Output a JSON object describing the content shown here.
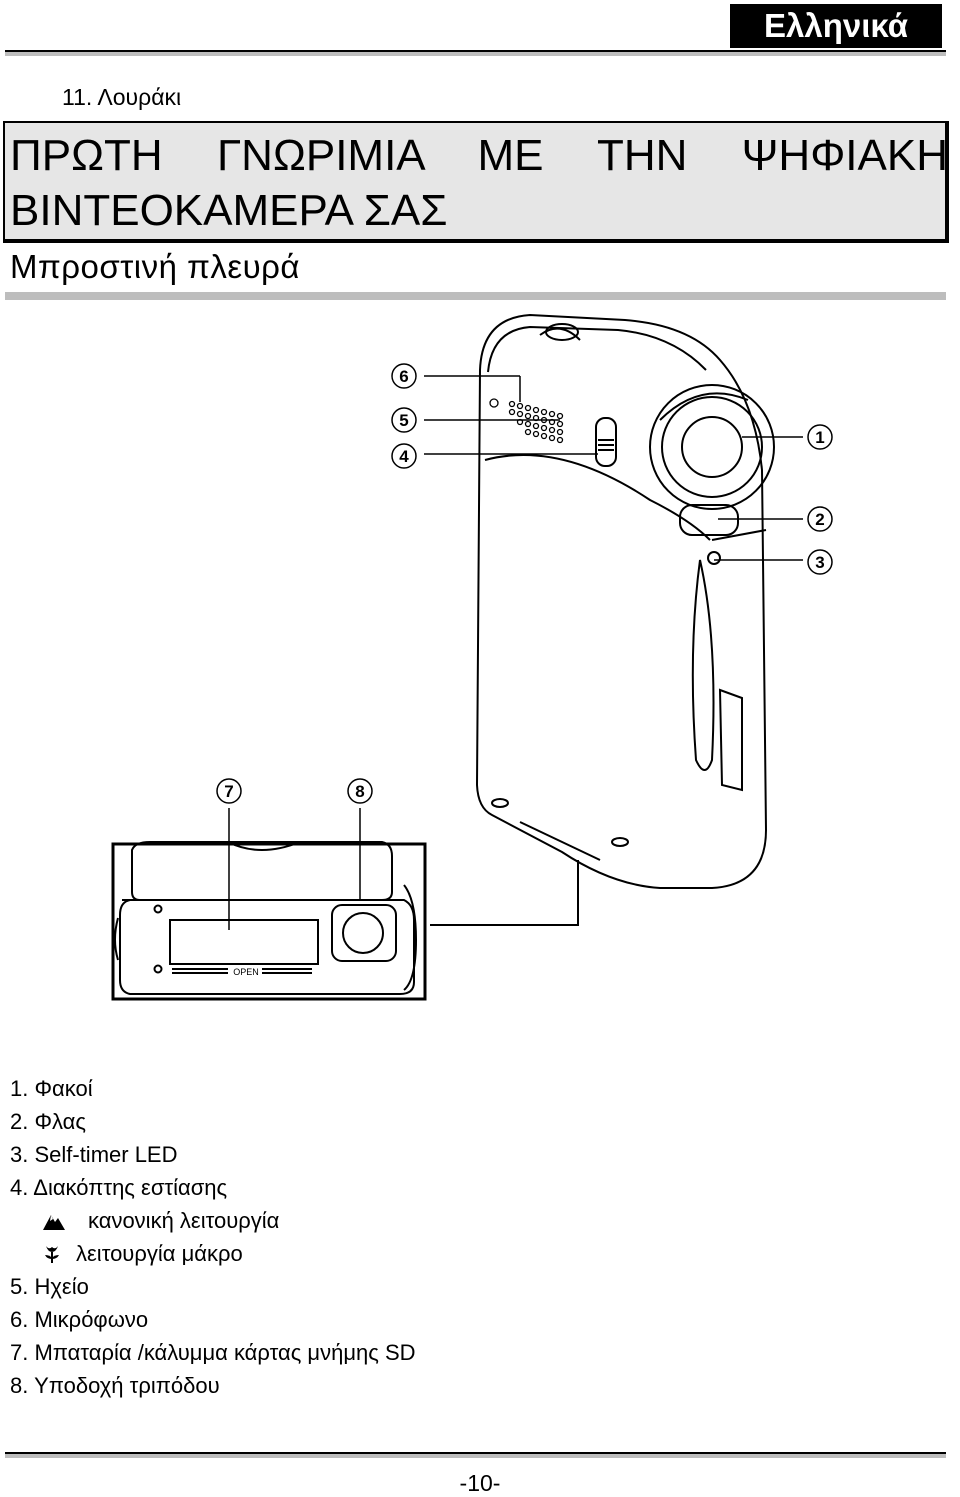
{
  "header": {
    "language_badge": "Ελληνικά"
  },
  "section": {
    "item": "11. Λουράκι"
  },
  "title": "ΠΡΩΤΗ ΓΝΩΡΙΜΙΑ ΜΕ ΤΗΝ ΨΗΦΙΑΚΗ ΒΙΝΤΕΟΚΑΜΕΡΑ ΣΑΣ",
  "subtitle": "Μπροστινή πλευρά",
  "figure": {
    "callouts": [
      "1",
      "2",
      "3",
      "4",
      "5",
      "6",
      "7",
      "8"
    ],
    "bottom_view_label": "OPEN"
  },
  "legend": {
    "item1": "1. Φακοί",
    "item2": "2. Φλας",
    "item3": "3. Self-timer LED",
    "item4": "4. Διακόπτης εστίασης",
    "item4_normal": "κανονική λειτουργία",
    "item4_macro": "λειτουργία μάκρο",
    "item5": "5. Ηχείο",
    "item6": "6. Μικρόφωνο",
    "item7": "7. Μπαταρία /κάλυμμα κάρτας μνήμης SD",
    "item8": "8. Υποδοχή τριπόδου"
  },
  "icons": {
    "normal_mode": "mountain-icon",
    "macro_mode": "flower-icon"
  },
  "footer": {
    "page_number": "-10-"
  }
}
